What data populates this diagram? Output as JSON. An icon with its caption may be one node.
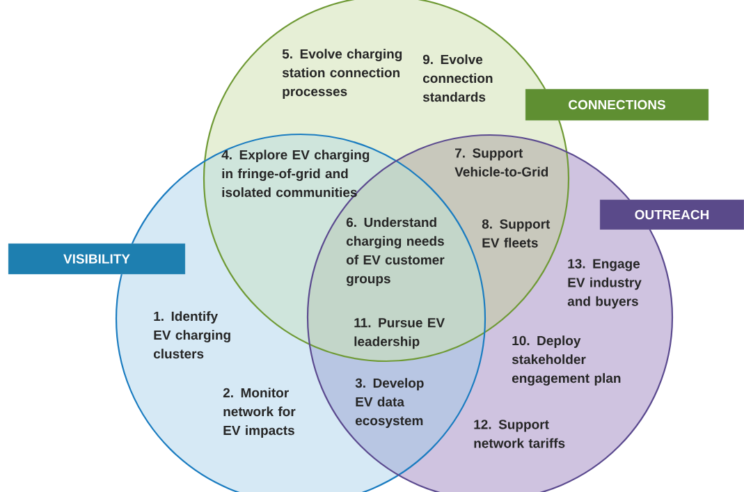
{
  "diagram": {
    "nodes": [
      {
        "text": [],
        "shape": "circle"
      },
      {
        "text": [],
        "shape": "circle"
      },
      {
        "text": [],
        "shape": "circle"
      },
      {
        "text": [
          "CONNECTIONS"
        ]
      },
      {
        "text": [
          "OUTREACH"
        ]
      },
      {
        "text": [
          "VISIBILITY"
        ]
      }
    ],
    "edges": [],
    "labels": [
      "5. Evolve charging station connection processes",
      "9. Evolve connection standards",
      "4. Explore EV charging in fringe-of-grid and isolated communities",
      "7. Support Vehicle-to-Grid",
      "6. Understand charging needs of EV customer groups",
      "8. Support EV fleets",
      "13. Engage EV industry and buyers",
      "1. Identify EV charging clusters",
      "11. Pursue EV leadership",
      "10. Deploy stakeholder engagement plan",
      "3. Develop EV data ecosystem",
      "2. Monitor network for EV impacts",
      "12. Support network tariffs"
    ]
  }
}
